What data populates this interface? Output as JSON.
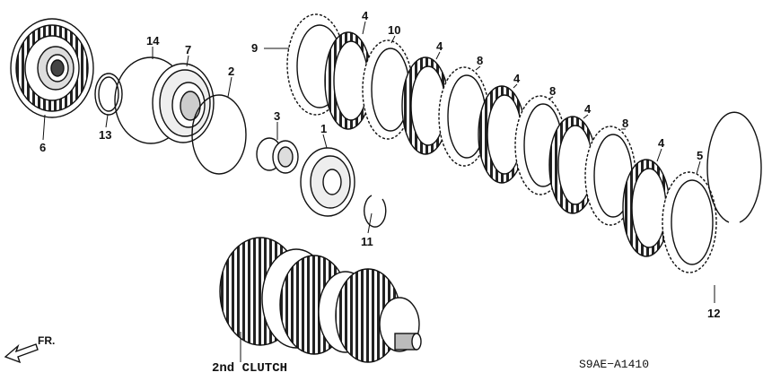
{
  "diagram": {
    "caption": "2nd CLUTCH",
    "code": "S9AE−A1410",
    "direction": "FR.",
    "parts": {
      "p1": "1",
      "p2": "2",
      "p3": "3",
      "p4a": "4",
      "p4b": "4",
      "p4c": "4",
      "p4d": "4",
      "p4e": "4",
      "p5": "5",
      "p6": "6",
      "p7": "7",
      "p8a": "8",
      "p8b": "8",
      "p8c": "8",
      "p9": "9",
      "p10": "10",
      "p11": "11",
      "p12": "12",
      "p13": "13",
      "p14": "14"
    }
  }
}
